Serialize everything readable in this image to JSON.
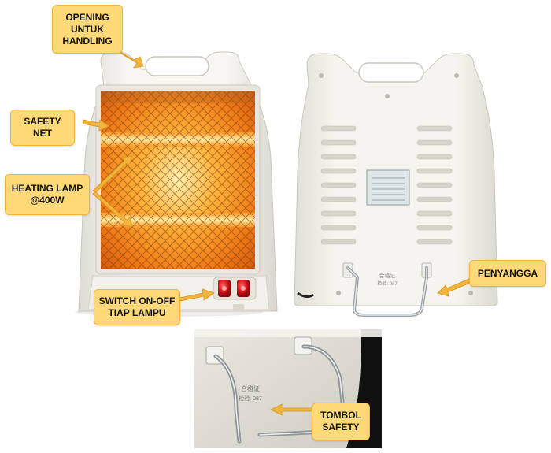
{
  "labels": {
    "opening": [
      "OPENING",
      "UNTUK",
      "HANDLING"
    ],
    "safety_net": [
      "SAFETY",
      "NET"
    ],
    "heating_lamp": [
      "HEATING LAMP",
      "@400W"
    ],
    "switch": [
      "SWITCH ON-OFF",
      "TIAP LAMPU"
    ],
    "penyangga": [
      "PENYANGGA"
    ],
    "tombol": [
      "TOMBOL",
      "SAFETY"
    ]
  },
  "product_marks": {
    "certificate_label": "合格证",
    "inspector_code": "检验: 087"
  },
  "colors": {
    "label_fill": "#ffd978",
    "label_border": "#f0b53a",
    "arrow": "#f2b43a",
    "heater_body": "#f3f3ef",
    "glow": "#ff9a1f",
    "switch_red": "#d8141c"
  }
}
